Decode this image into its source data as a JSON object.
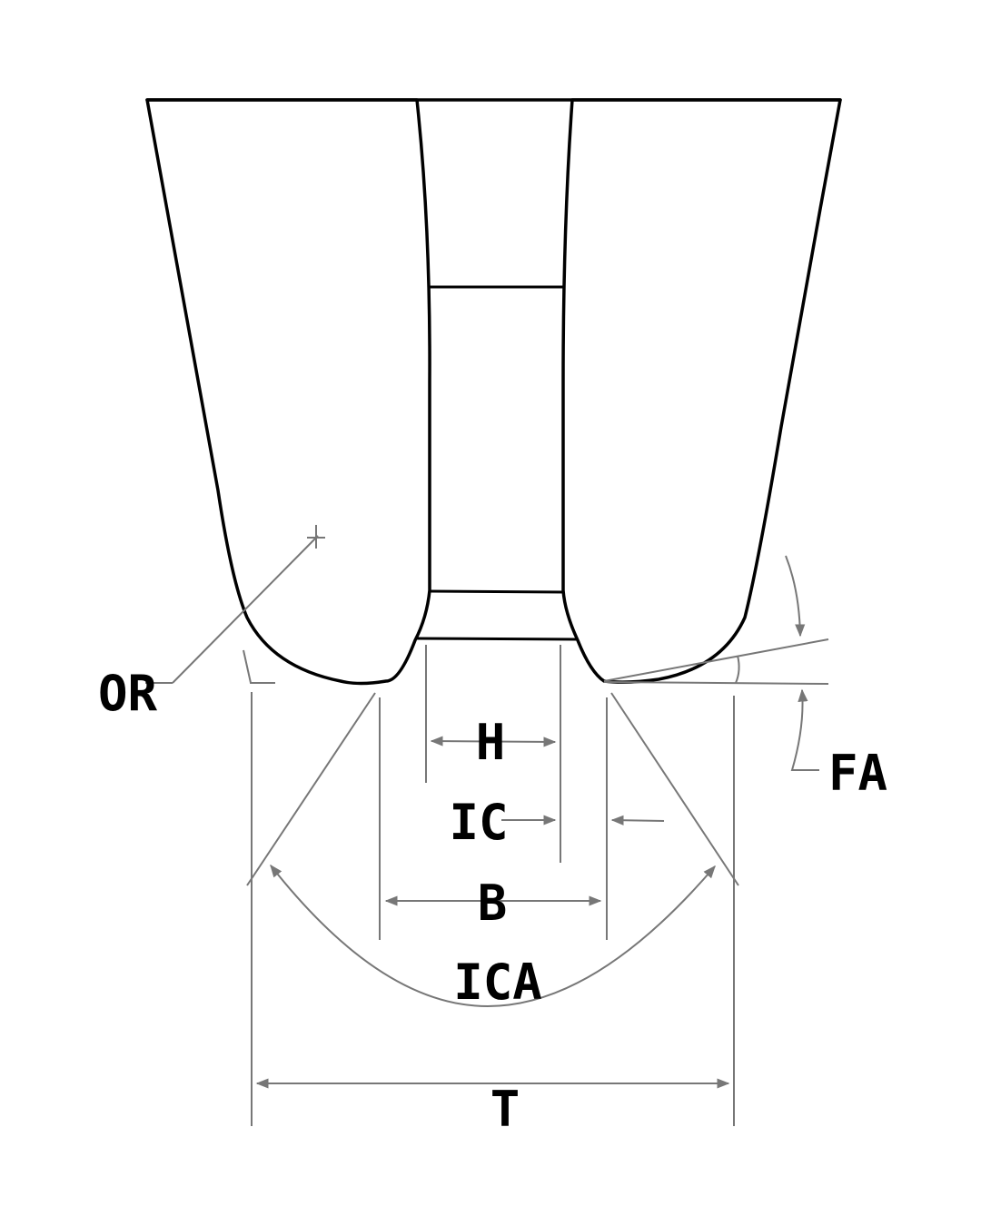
{
  "colors": {
    "outline": "#000000",
    "hatch": "#1f5f9e",
    "dimension": "#777777",
    "background": "#ffffff"
  },
  "labels": {
    "or": "OR",
    "fa": "FA",
    "h": "H",
    "ic": "IC",
    "b": "B",
    "ica": "ICA",
    "t": "T"
  }
}
